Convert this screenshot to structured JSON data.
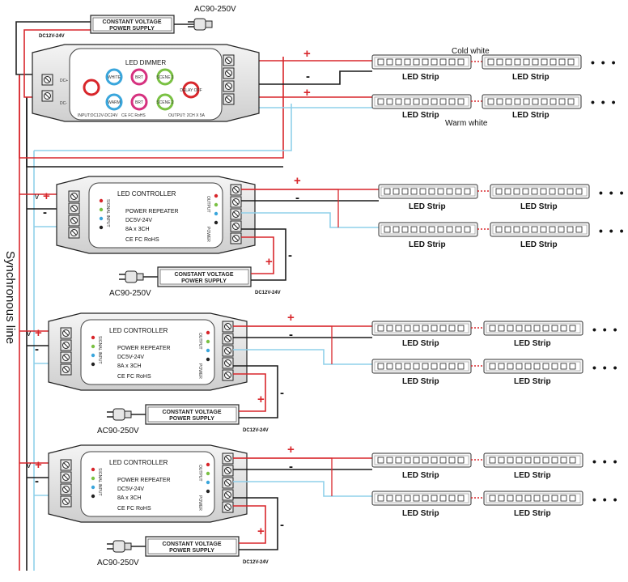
{
  "psu": {
    "line1": "CONSTANT VOLTAGE",
    "line2": "POWER SUPPLY"
  },
  "ac_label": "AC90-250V",
  "dc_label": "DC12V-24V",
  "sync_label": "Synchronous line",
  "strip_label": "LED Strip",
  "cold_white": "Cold white",
  "warm_white": "Warm white",
  "plus": "+",
  "minus": "-",
  "v_label": "v",
  "dimmer": {
    "title": "LED DIMMER",
    "btn_white": "WHITE",
    "btn_warm": "WARM",
    "btn_brt_up": "BRT",
    "btn_brt_down": "BRT",
    "btn_scene1": "SCENE 1",
    "btn_scene2": "SCENE 2",
    "btn_delay": "DELAY OFF",
    "input": "INPUT:DC12V-DC24V",
    "output": "OUTPUT: 2CH X 5A",
    "cert": "CE FC RoHS",
    "dc_plus": "DC+",
    "dc_minus": "DC-"
  },
  "controller": {
    "title": "LED CONTROLLER",
    "line1": "POWER REPEATER",
    "line2": "DC5V-24V",
    "line3": "8A x 3CH",
    "cert": "CE FC RoHS",
    "signal_input": "SIGNAL INPUT",
    "output": "OUTPUT",
    "power": "POWER"
  },
  "dots": "• • •",
  "colors": {
    "red": "#d8262b",
    "dark": "#1a1a1a",
    "blue": "#8fd0ea",
    "gray": "#7a7a7a"
  }
}
